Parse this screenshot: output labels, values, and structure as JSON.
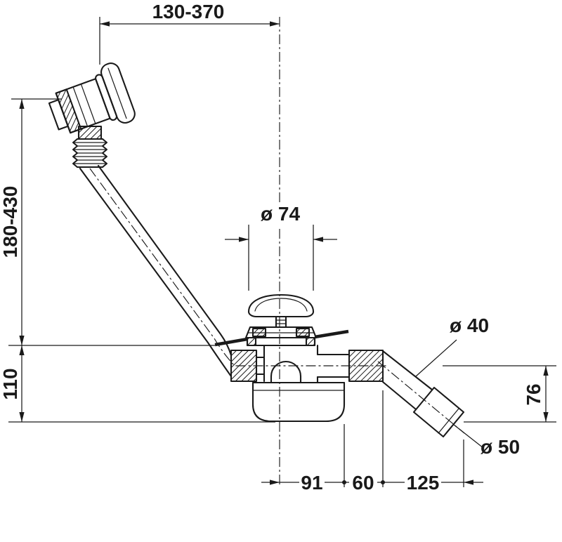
{
  "meta": {
    "ink_color": "#1a1a1a",
    "background_color": "#ffffff"
  },
  "dimensions": {
    "top_span": "130-370",
    "overflow_height_range": "180-430",
    "trap_height": "110",
    "plug_diameter": "ø 74",
    "outlet_pipe_diameter": "ø 40",
    "outlet_center_height": "76",
    "outlet_end_diameter": "ø 50",
    "bottom_segment_1": "91",
    "bottom_segment_2": "60",
    "bottom_segment_3": "125"
  }
}
